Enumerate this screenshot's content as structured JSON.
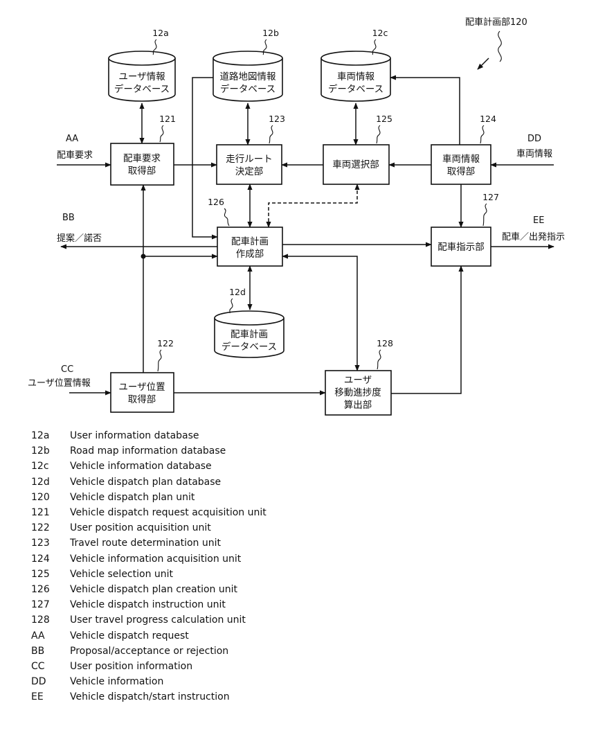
{
  "unit_label": "配車計画部120",
  "boxes": {
    "b121": [
      "配車要求",
      "取得部"
    ],
    "b123": [
      "走行ルート",
      "決定部"
    ],
    "b125": [
      "車両選択部"
    ],
    "b124": [
      "車両情報",
      "取得部"
    ],
    "b126": [
      "配車計画",
      "作成部"
    ],
    "b127": [
      "配車指示部"
    ],
    "b122": [
      "ユーザ位置",
      "取得部"
    ],
    "b128": [
      "ユーザ",
      "移動進捗度",
      "算出部"
    ]
  },
  "databases": {
    "d12a": [
      "ユーザ情報",
      "データベース"
    ],
    "d12b": [
      "道路地図情報",
      "データベース"
    ],
    "d12c": [
      "車両情報",
      "データベース"
    ],
    "d12d": [
      "配車計画",
      "データベース"
    ]
  },
  "refs": {
    "r12a": "12a",
    "r12b": "12b",
    "r12c": "12c",
    "r12d": "12d",
    "r121": "121",
    "r122": "122",
    "r123": "123",
    "r124": "124",
    "r125": "125",
    "r126": "126",
    "r127": "127",
    "r128": "128"
  },
  "externals": {
    "aa_code": "AA",
    "aa_text": "配車要求",
    "bb_code": "BB",
    "bb_text": "提案／諾否",
    "cc_code": "CC",
    "cc_text": "ユーザ位置情報",
    "dd_code": "DD",
    "dd_text": "車両情報",
    "ee_code": "EE",
    "ee_text": "配車／出発指示"
  },
  "legend": [
    {
      "code": "12a",
      "text": "User information database"
    },
    {
      "code": "12b",
      "text": "Road map information database"
    },
    {
      "code": "12c",
      "text": "Vehicle information database"
    },
    {
      "code": "12d",
      "text": "Vehicle dispatch plan database"
    },
    {
      "code": "120",
      "text": "Vehicle dispatch plan unit"
    },
    {
      "code": "121",
      "text": "Vehicle dispatch request acquisition unit"
    },
    {
      "code": "122",
      "text": "User position acquisition unit"
    },
    {
      "code": "123",
      "text": "Travel route determination unit"
    },
    {
      "code": "124",
      "text": "Vehicle information acquisition unit"
    },
    {
      "code": "125",
      "text": "Vehicle selection unit"
    },
    {
      "code": "126",
      "text": "Vehicle dispatch plan creation unit"
    },
    {
      "code": "127",
      "text": "Vehicle dispatch instruction unit"
    },
    {
      "code": "128",
      "text": "User travel progress calculation unit"
    },
    {
      "code": "AA",
      "text": "Vehicle dispatch request"
    },
    {
      "code": "BB",
      "text": "Proposal/acceptance or rejection"
    },
    {
      "code": "CC",
      "text": "User position information"
    },
    {
      "code": "DD",
      "text": "Vehicle information"
    },
    {
      "code": "EE",
      "text": "Vehicle dispatch/start instruction"
    }
  ]
}
